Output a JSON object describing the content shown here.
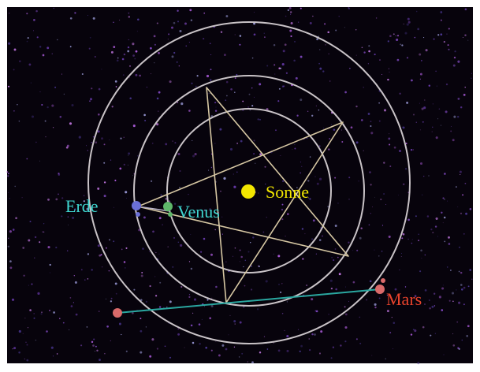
{
  "bodies": {
    "sun": {
      "label": "Sonne",
      "color": "#f2e600",
      "label_color": "#f2e600"
    },
    "earth": {
      "label": "Erde",
      "color": "#6a6fd6",
      "label_color": "#3fd6d0"
    },
    "venus": {
      "label": "Venus",
      "color": "#5fb86a",
      "label_color": "#3fd6d0"
    },
    "mars": {
      "label": "Mars",
      "color": "#d96a6a",
      "label_color": "#e8432c"
    }
  },
  "colors": {
    "background": "#07030c",
    "orbits": "#c9c3c7",
    "pentagram": "#d6c7a3",
    "earth_venus_line": "#b8b2c8",
    "earth_mars_line": "#2aa7a0",
    "frame": "#ffffff"
  }
}
